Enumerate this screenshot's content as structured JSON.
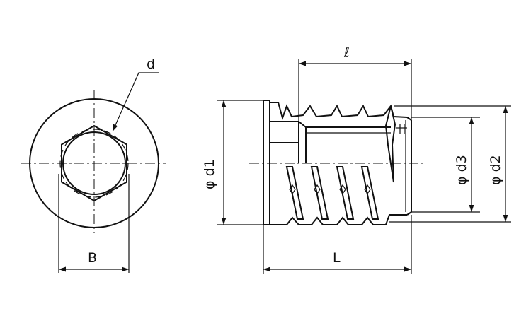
{
  "labels": {
    "thread_dia": "d",
    "hex_width": "B",
    "thread_length": "ℓ",
    "total_length": "L",
    "flange_dia": "φ d1",
    "inner_dia": "φ d3",
    "outer_dia": "φ d2"
  }
}
